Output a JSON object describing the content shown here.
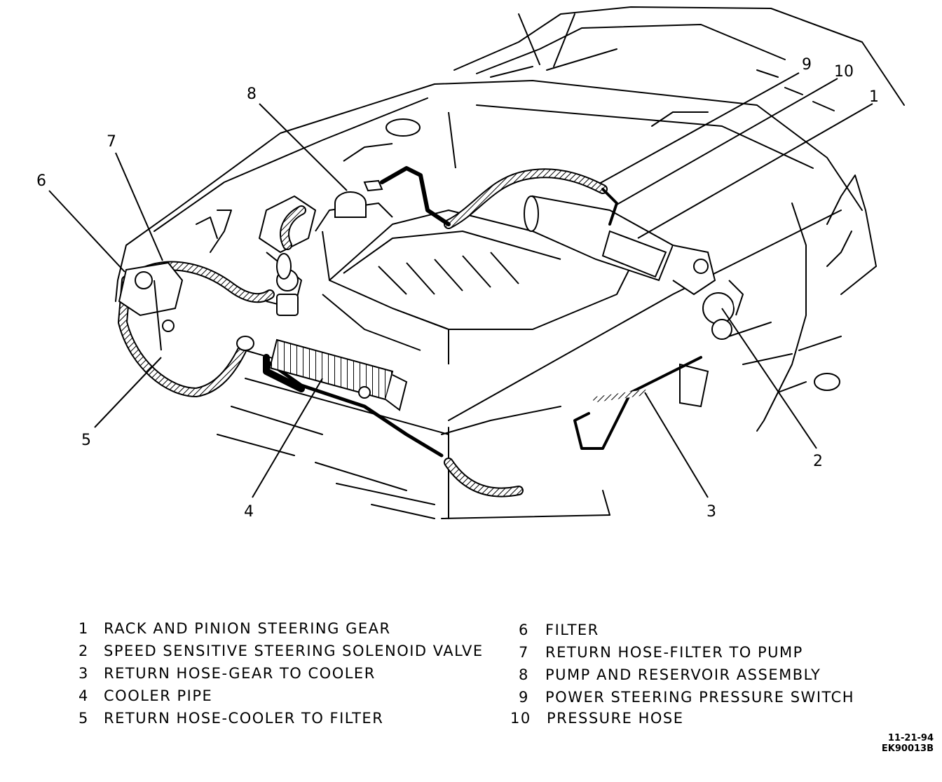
{
  "callouts": [
    "1",
    "2",
    "3",
    "4",
    "5",
    "6",
    "7",
    "8",
    "9",
    "10"
  ],
  "legend": {
    "left": [
      {
        "num": "1",
        "text": "RACK AND PINION STEERING GEAR"
      },
      {
        "num": "2",
        "text": "SPEED SENSITIVE STEERING SOLENOID VALVE"
      },
      {
        "num": "3",
        "text": "RETURN HOSE-GEAR TO COOLER"
      },
      {
        "num": "4",
        "text": "COOLER PIPE"
      },
      {
        "num": "5",
        "text": "RETURN HOSE-COOLER TO FILTER"
      }
    ],
    "right": [
      {
        "num": "6",
        "text": "FILTER"
      },
      {
        "num": "7",
        "text": "RETURN HOSE-FILTER TO PUMP"
      },
      {
        "num": "8",
        "text": "PUMP AND RESERVOIR ASSEMBLY"
      },
      {
        "num": "9",
        "text": "POWER STEERING PRESSURE SWITCH"
      },
      {
        "num": "10",
        "text": "PRESSURE HOSE"
      }
    ]
  },
  "drawing_code": {
    "date": "11-21-94",
    "id": "EK90013B"
  }
}
